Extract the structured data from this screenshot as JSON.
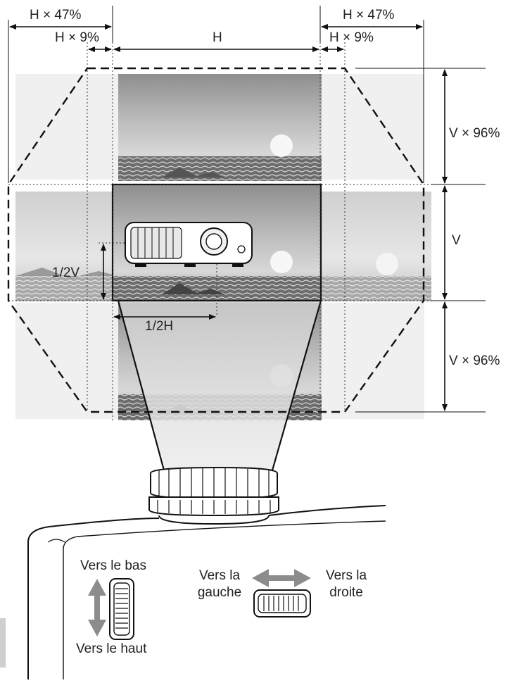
{
  "dimensions": {
    "h47_left": "H × 47%",
    "h9_left": "H × 9%",
    "h_top": "H",
    "h47_right": "H × 47%",
    "h9_right": "H × 9%",
    "v96_top": "V × 96%",
    "v_mid": "V",
    "v96_bottom": "V × 96%",
    "half_v": "1/2V",
    "half_h": "1/2H"
  },
  "controls": {
    "vertical": {
      "down_label": "Vers le bas",
      "up_label": "Vers le haut"
    },
    "horizontal": {
      "left_label_line1": "Vers la",
      "left_label_line2": "gauche",
      "right_label_line1": "Vers la",
      "right_label_line2": "droite"
    }
  },
  "colors": {
    "arrow": "#8c8c8c",
    "dash": "#111111"
  }
}
